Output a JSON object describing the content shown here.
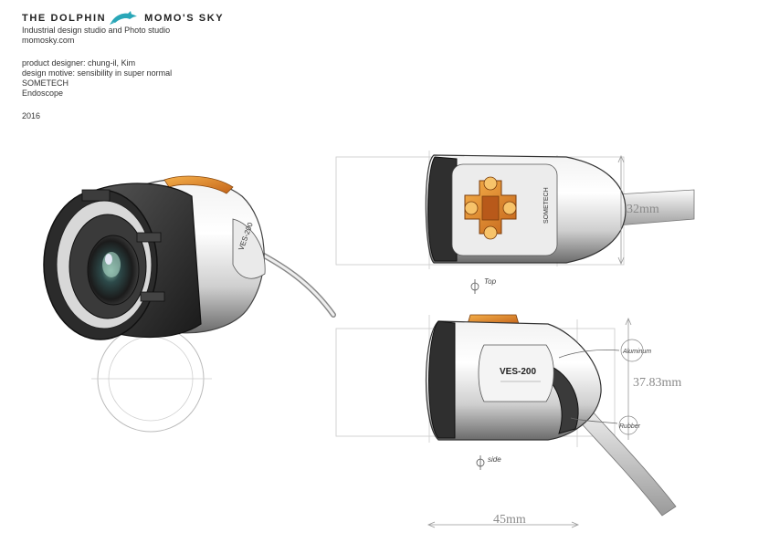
{
  "header": {
    "logo_left": "THE DOLPHIN",
    "logo_right": "MOMO'S SKY",
    "tagline": "Industrial design studio and Photo studio",
    "website": "momosky.com"
  },
  "credits": {
    "designer": "product designer: chung-il, Kim",
    "motive": "design motive: sensibility in super normal",
    "company": "SOMETECH",
    "product": "Endoscope",
    "year": "2016"
  },
  "dimensions": {
    "top_height": "32mm",
    "side_height": "37.83mm",
    "width": "45mm"
  },
  "annotations": {
    "top_view": "Top",
    "side_view": "side",
    "material_1": "Aluminum",
    "material_2": "Rubber"
  },
  "product_marks": {
    "brand_on_body": "SOMETECH",
    "model_on_body": "VES-200"
  },
  "colors": {
    "accent_orange": "#e58a1e",
    "logo_teal": "#2aa7b8"
  }
}
